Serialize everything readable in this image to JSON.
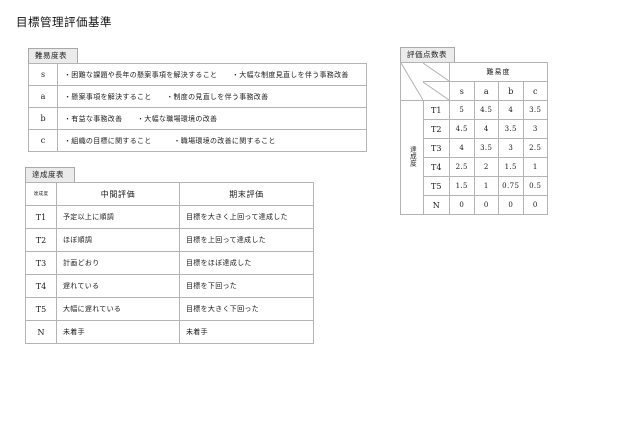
{
  "page": {
    "title": "目標管理評価基準"
  },
  "difficulty": {
    "tab_label": "難易度表",
    "rows": [
      {
        "grade": "s",
        "desc": "・困難な課題や長年の懸案事項を解決すること　　・大幅な制度見直しを伴う事務改善"
      },
      {
        "grade": "a",
        "desc": "・懸案事項を解決すること　　・制度の見直しを伴う事務改善"
      },
      {
        "grade": "b",
        "desc": "・有益な事務改善　　・大幅な職場環境の改善"
      },
      {
        "grade": "c",
        "desc": "・組織の目標に関すること　　　・職場環境の改善に関すること"
      }
    ]
  },
  "achievement": {
    "tab_label": "達成度表",
    "headers": {
      "corner": "達成度",
      "mid": "中間評価",
      "end": "期末評価"
    },
    "rows": [
      {
        "level": "T1",
        "mid": "予定以上に順調",
        "end": "目標を大きく上回って達成した"
      },
      {
        "level": "T2",
        "mid": "ほぼ順調",
        "end": "目標を上回って達成した"
      },
      {
        "level": "T3",
        "mid": "計画どおり",
        "end": "目標をほぼ達成した"
      },
      {
        "level": "T4",
        "mid": "遅れている",
        "end": "目標を下回った"
      },
      {
        "level": "T5",
        "mid": "大幅に遅れている",
        "end": "目標を大きく下回った"
      },
      {
        "level": "N",
        "mid": "未着手",
        "end": "未着手"
      }
    ]
  },
  "score": {
    "tab_label": "評価点数表",
    "axis_x_label": "難易度",
    "axis_y_label": "達成度",
    "columns": [
      "s",
      "a",
      "b",
      "c"
    ],
    "rows": [
      {
        "level": "T1",
        "values": [
          "5",
          "4.5",
          "4",
          "3.5"
        ]
      },
      {
        "level": "T2",
        "values": [
          "4.5",
          "4",
          "3.5",
          "3"
        ]
      },
      {
        "level": "T3",
        "values": [
          "4",
          "3.5",
          "3",
          "2.5"
        ]
      },
      {
        "level": "T4",
        "values": [
          "2.5",
          "2",
          "1.5",
          "1"
        ]
      },
      {
        "level": "T5",
        "values": [
          "1.5",
          "1",
          "0.75",
          "0.5"
        ]
      },
      {
        "level": "N",
        "values": [
          "0",
          "0",
          "0",
          "0"
        ]
      }
    ]
  },
  "colors": {
    "border": "#b4b4b4",
    "tab_bg": "#ebebeb",
    "tab_border": "#a9a9a9",
    "text": "#1a1a1a"
  }
}
